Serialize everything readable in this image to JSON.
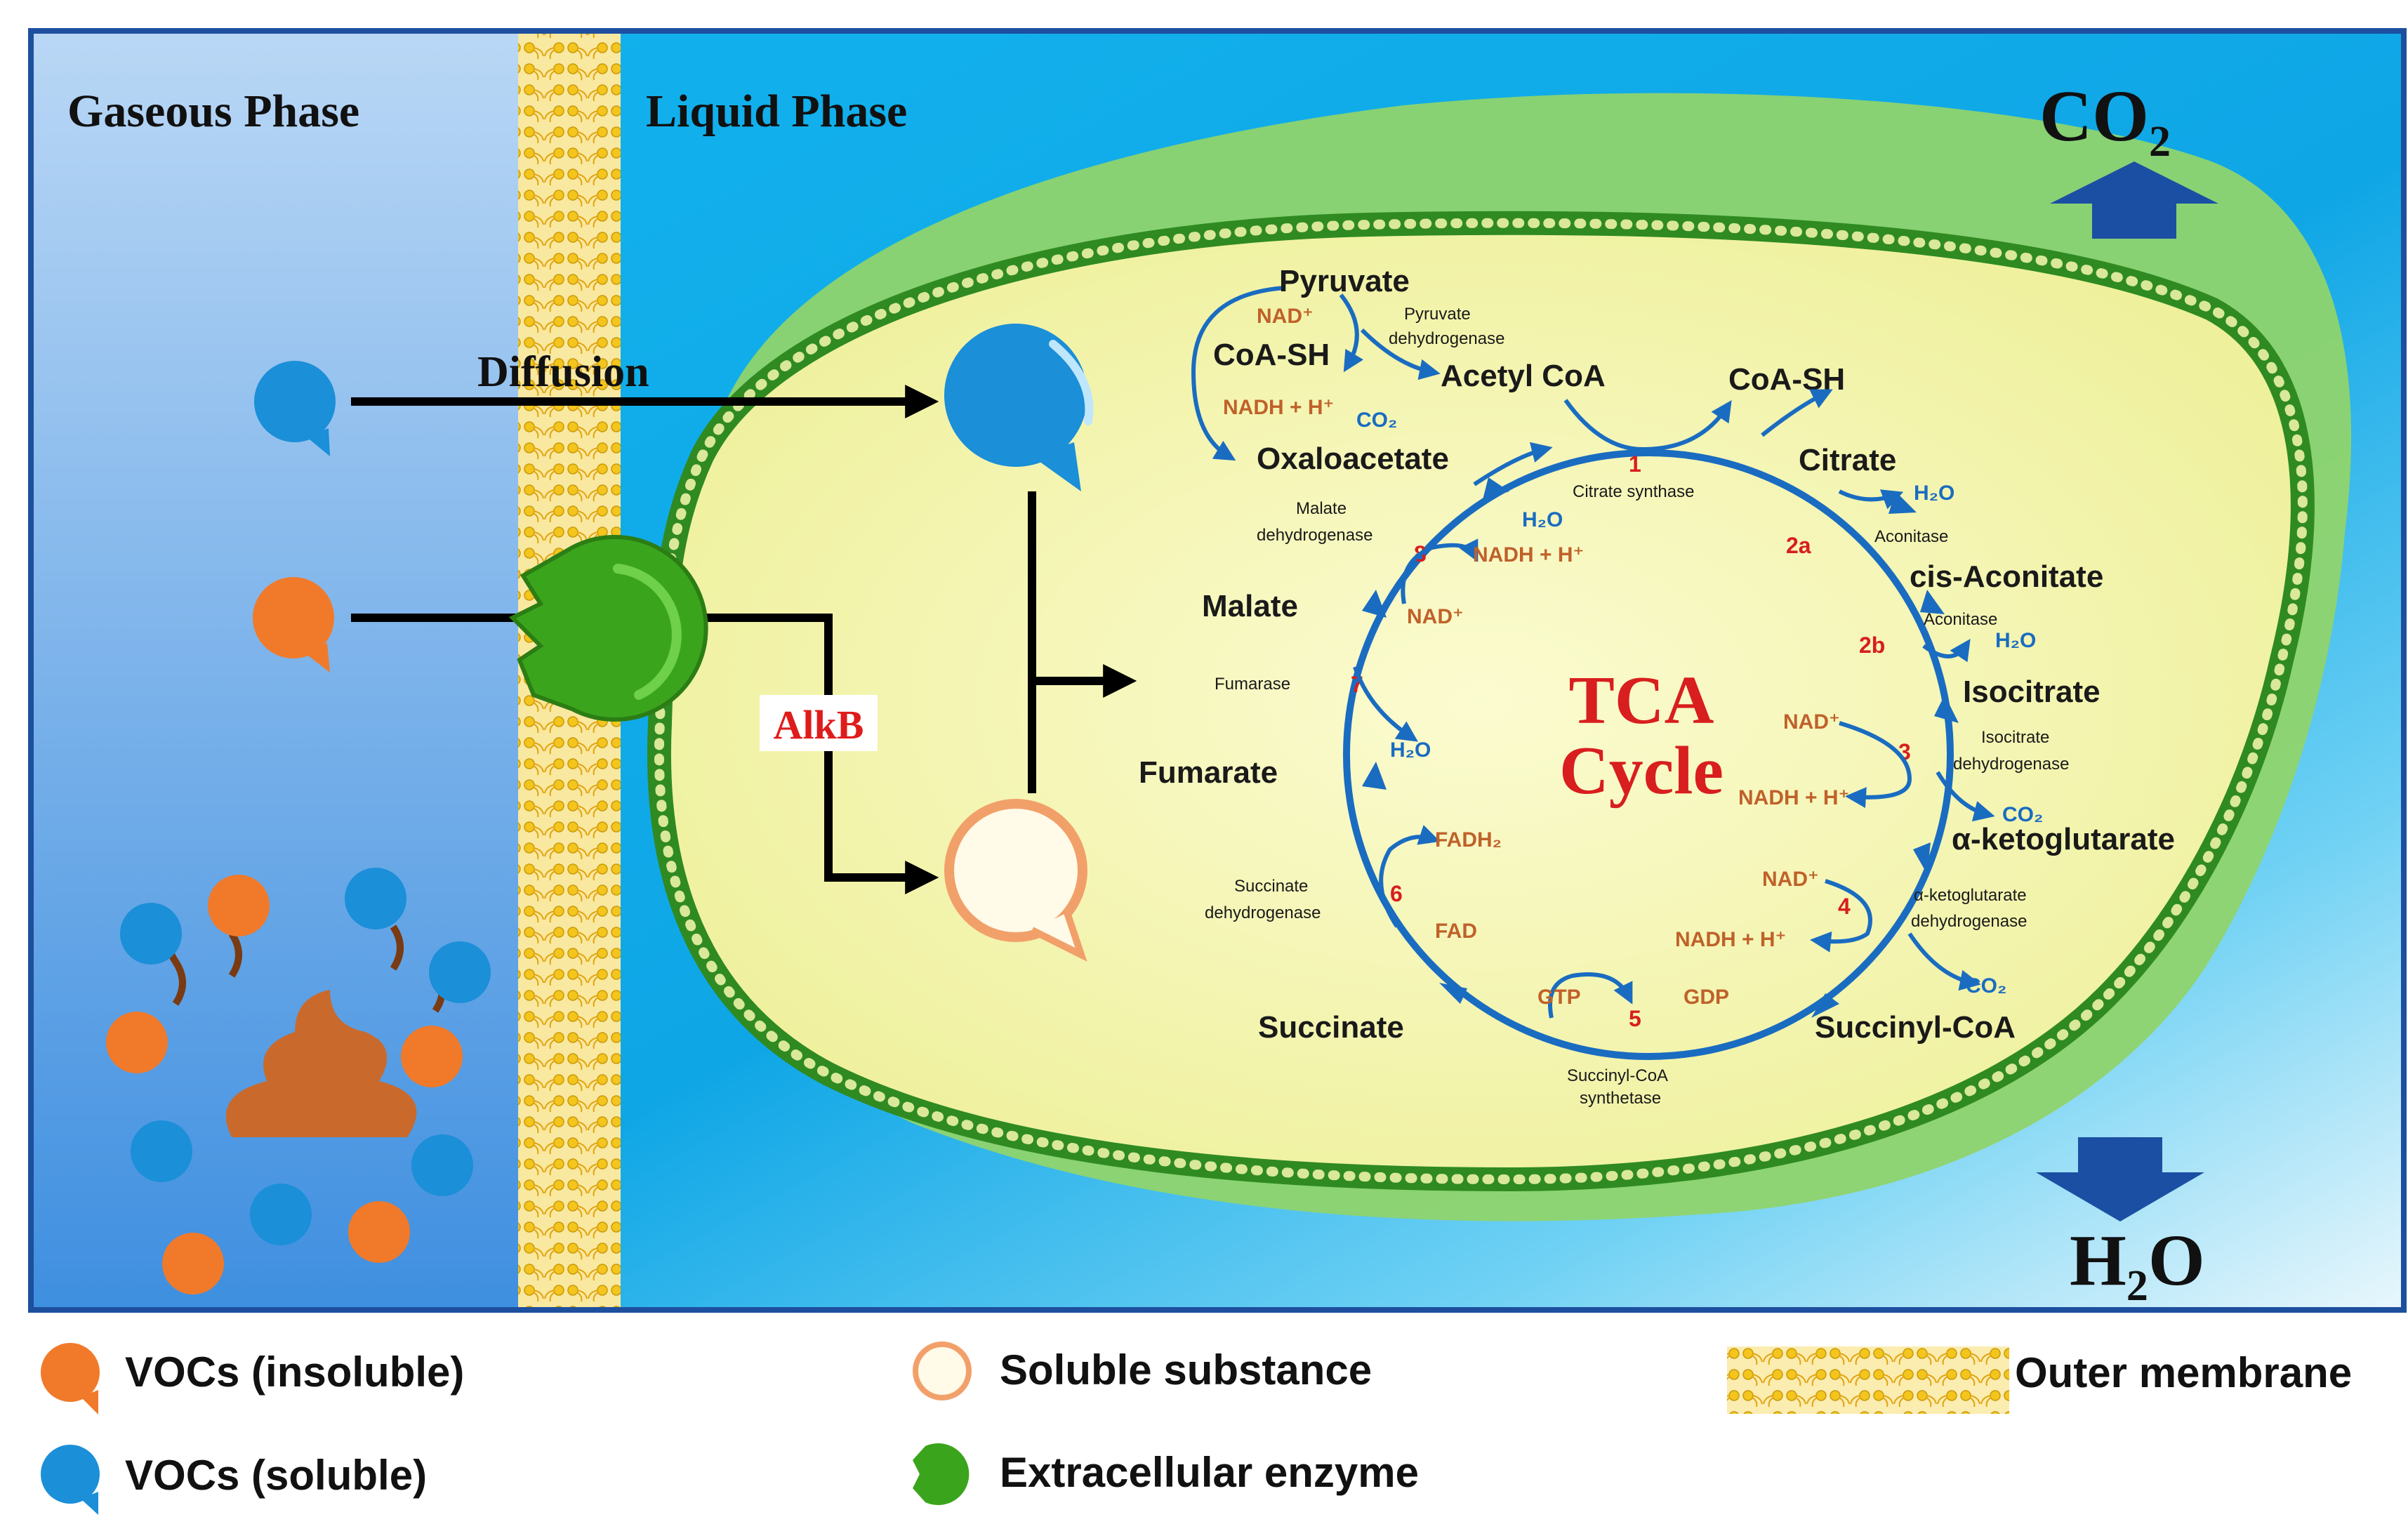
{
  "panel": {
    "gaseous_phase_label": "Gaseous Phase",
    "liquid_phase_label": "Liquid Phase",
    "diffusion_label": "Diffusion",
    "alkb_label": "AlkB",
    "co2_main": "CO",
    "co2_sub": "2",
    "h2o_main_h": "H",
    "h2o_sub": "2",
    "h2o_main_o": "O"
  },
  "tca": {
    "title_line1": "TCA",
    "title_line2": "Cycle",
    "metabolites": {
      "pyruvate": "Pyruvate",
      "coa_sh_left": "CoA-SH",
      "acetyl_coa": "Acetyl CoA",
      "coa_sh_right": "CoA-SH",
      "oxaloacetate": "Oxaloacetate",
      "citrate": "Citrate",
      "cis_aconitate": "cis-Aconitate",
      "isocitrate": "Isocitrate",
      "alpha_ketoglutarate": "α-ketoglutarate",
      "succinyl_coa": "Succinyl-CoA",
      "succinate": "Succinate",
      "fumarate": "Fumarate",
      "malate": "Malate"
    },
    "enzymes": {
      "pyruvate_dh_1": "Pyruvate",
      "pyruvate_dh_2": "dehydrogenase",
      "citrate_synthase": "Citrate synthase",
      "aconitase_a": "Aconitase",
      "aconitase_b": "Aconitase",
      "isocitrate_dh_1": "Isocitrate",
      "isocitrate_dh_2": "dehydrogenase",
      "akg_dh_1": "α-ketoglutarate",
      "akg_dh_2": "dehydrogenase",
      "succinyl_coa_syn_1": "Succinyl-CoA",
      "succinyl_coa_syn_2": "synthetase",
      "succinate_dh_1": "Succinate",
      "succinate_dh_2": "dehydrogenase",
      "fumarase": "Fumarase",
      "malate_dh_1": "Malate",
      "malate_dh_2": "dehydrogenase"
    },
    "steps": {
      "s1": "1",
      "s2a": "2a",
      "s2b": "2b",
      "s3": "3",
      "s4": "4",
      "s5": "5",
      "s6": "6",
      "s7": "7",
      "s8": "8"
    },
    "cofactors": {
      "nad_pyr": "NAD⁺",
      "nadh_pyr": "NADH + H⁺",
      "co2_pyr": "CO₂",
      "h2o_cit": "H₂O",
      "h2o_2a": "H₂O",
      "h2o_2b": "H₂O",
      "nad_3": "NAD⁺",
      "nadh_3": "NADH + H⁺",
      "co2_3": "CO₂",
      "nad_4": "NAD⁺",
      "nadh_4": "NADH + H⁺",
      "co2_4": "CO₂",
      "gtp": "GTP",
      "gdp": "GDP",
      "fadh2": "FADH₂",
      "fad": "FAD",
      "h2o_7": "H₂O",
      "nad_8": "NAD⁺",
      "nadh_8": "NADH + H⁺"
    }
  },
  "legend": {
    "vocs_insoluble": "VOCs (insoluble)",
    "vocs_soluble": "VOCs (soluble)",
    "soluble_substance": "Soluble substance",
    "extracellular_enzyme": "Extracellular enzyme",
    "outer_membrane": "Outer membrane"
  },
  "colors": {
    "voc_orange": "#f07a2a",
    "voc_blue": "#1b8fd8",
    "enzyme_green": "#3aa51c",
    "membrane_yellow": "#f2c21b",
    "arrow_blue": "#1a6cc1",
    "tca_red": "#d81e1e",
    "cofactor_brown": "#c0612a",
    "liquid_blue": "#13a3e0",
    "gas_blue": "#9cc8ef",
    "cell_yellow": "#f4f3a8",
    "cell_wall_green": "#3c9a2b"
  }
}
